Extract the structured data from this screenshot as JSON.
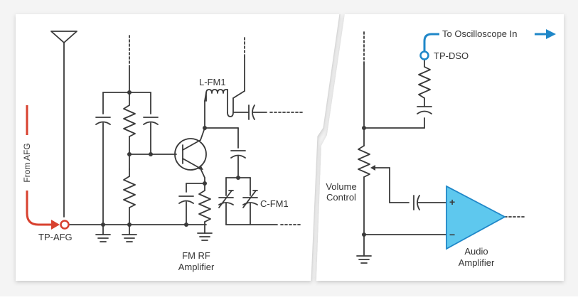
{
  "labels": {
    "l_fm1": "L-FM1",
    "c_fm1": "C-FM1",
    "from_afg": "From AFG",
    "tp_afg": "TP-AFG",
    "fm_rf_line1": "FM RF",
    "fm_rf_line2": "Amplifier",
    "volume_line1": "Volume",
    "volume_line2": "Control",
    "to_osc": "To Oscilloscope In",
    "tp_dso": "TP-DSO",
    "audio_line1": "Audio",
    "audio_line2": "Amplifier",
    "plus": "+",
    "minus": "−"
  },
  "colors": {
    "wire": "#3a3a3a",
    "red_signal": "#d8412f",
    "blue_signal": "#1f87c8",
    "amp_fill": "#5ec8ee",
    "panel": "#ffffff",
    "background": "#ececec"
  },
  "icons": [
    "antenna-icon",
    "ground-icon",
    "transistor-icon",
    "arrow-right-icon"
  ]
}
